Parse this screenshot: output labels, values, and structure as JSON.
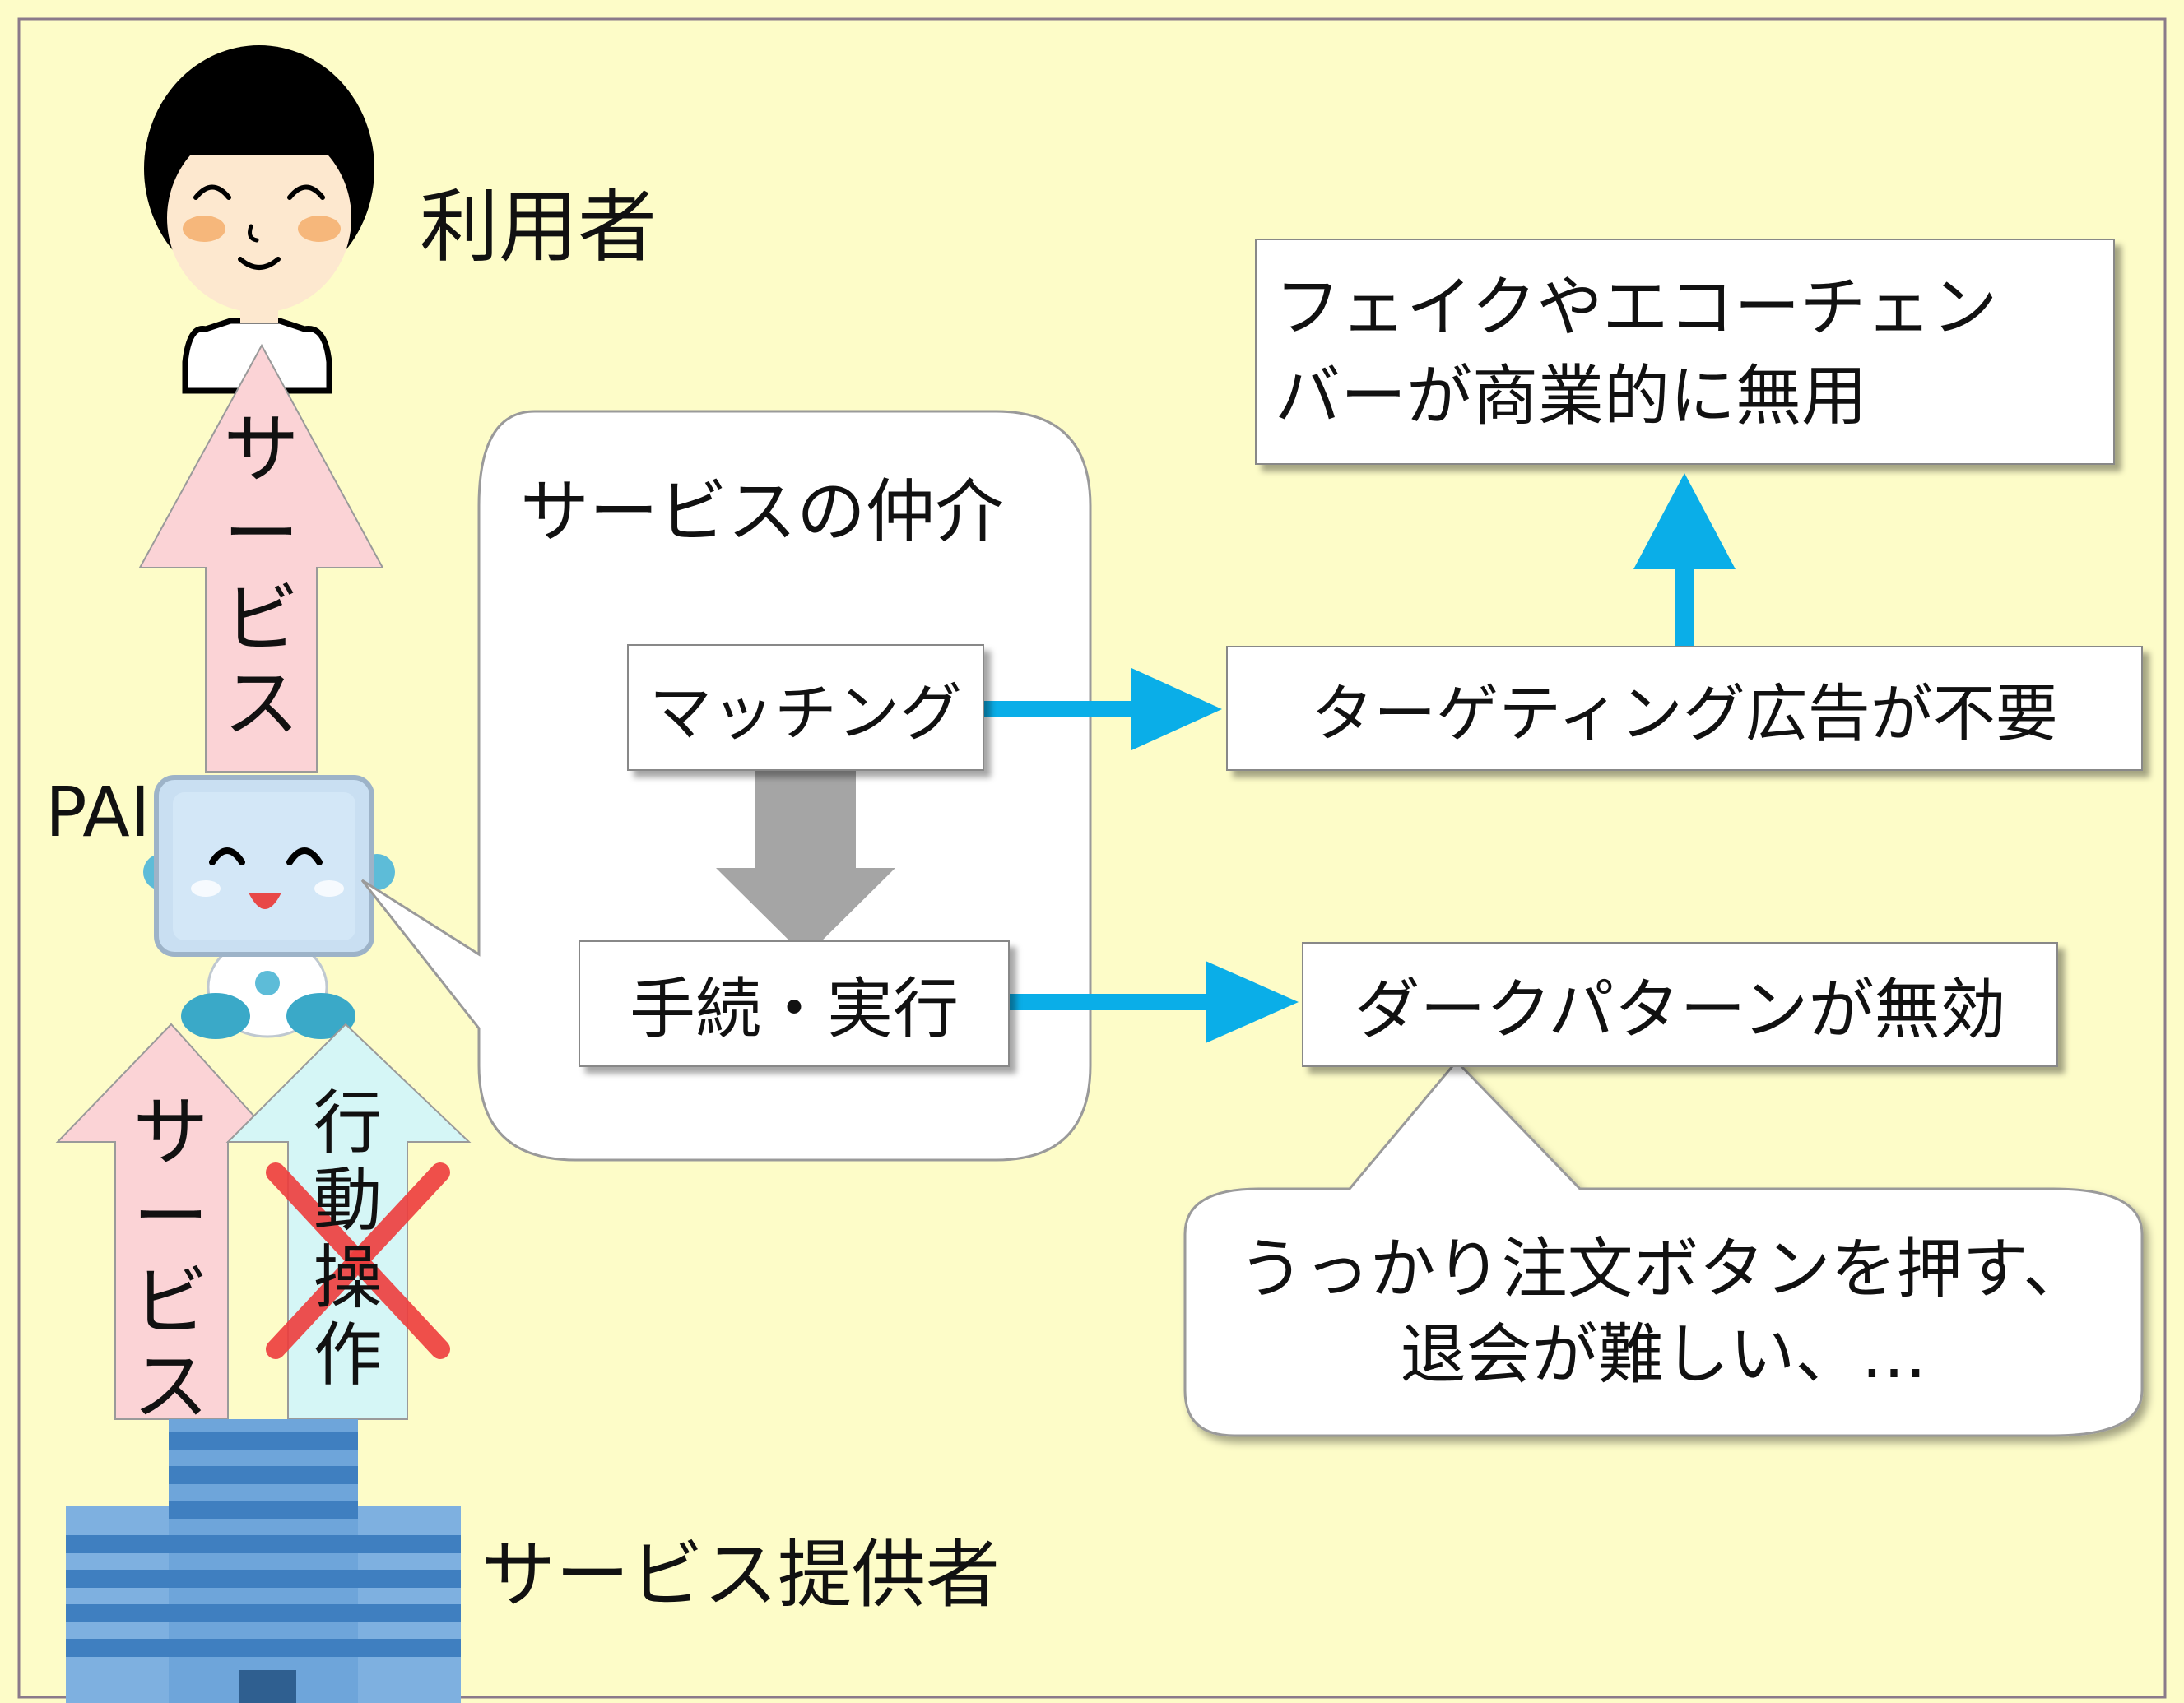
{
  "labels": {
    "user": "利用者",
    "pai": "PAI",
    "provider": "サービス提供者",
    "mediation_title": "サービスの仲介"
  },
  "boxes": {
    "matching": "マッチング",
    "procedure": "手続・実行",
    "targeting": "ターゲティング広告が不要",
    "fake_line1": "フェイクやエコーチェン",
    "fake_line2": "バーが商業的に無用",
    "dark": "ダークパターンが無効",
    "note_line1": "うっかり注文ボタンを押す、",
    "note_line2": "退会が難しい、…"
  },
  "arrows": {
    "service_up_top": [
      "サ",
      "ー",
      "ビ",
      "ス"
    ],
    "service_up_bottom": [
      "サ",
      "ー",
      "ビ",
      "ス"
    ],
    "behavior_op": [
      "行",
      "動",
      "操",
      "作"
    ]
  },
  "colors": {
    "background": "#fdfcc8",
    "service_arrow": "#fbd3d6",
    "behavior_arrow": "#d5f6f6",
    "blue_arrow": "#0aaee8",
    "gray_arrow": "#a5a5a5",
    "cross": "#ee3d3d",
    "building": "#5b9bd5"
  }
}
